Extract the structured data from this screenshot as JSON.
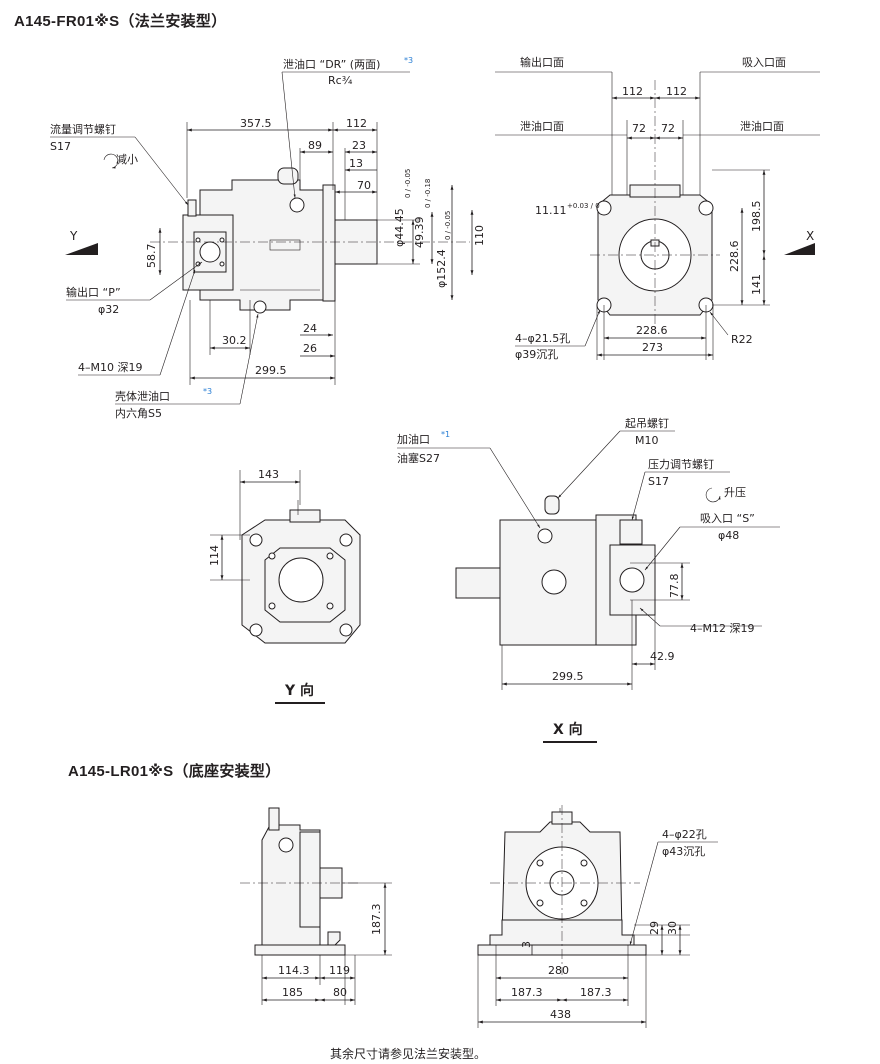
{
  "titles": {
    "flange": "A145-FR01※S（法兰安装型）",
    "base": "A145-LR01※S（底座安装型）"
  },
  "views": {
    "y": "Y 向",
    "x": "X 向"
  },
  "markers": {
    "y": "Y",
    "x": "X"
  },
  "side_view": {
    "drain_port": "泄油口 “DR” (两面)",
    "drain_port_star": "*3",
    "drain_thread": "Rc¾",
    "flow_screw": "流量调节螺钉",
    "flow_screw_size": "S17",
    "decrease": "减小",
    "outlet": "输出口 “P”",
    "outlet_dia": "φ32",
    "m10": "4–M10 深19",
    "case_drain": "壳体泄油口",
    "case_drain_star": "*3",
    "hex": "内六角S5",
    "dims": {
      "d357": "357.5",
      "d112": "112",
      "d89": "89",
      "d23": "23",
      "d13": "13",
      "d70": "70",
      "d587": "58.7",
      "d302": "30.2",
      "d24": "24",
      "d26": "26",
      "d2995": "299.5",
      "d110": "110",
      "shaft1": "φ44.45",
      "shaft1_tol": "0 / -0.05",
      "shaft2": "49.39",
      "shaft2_tol": "0 / -0.18",
      "shaft3": "φ152.4",
      "shaft3_tol": "0 / -0.05"
    }
  },
  "front_view": {
    "outlet_face": "输出口面",
    "inlet_face": "吸入口面",
    "drain_face_left": "泄油口面",
    "drain_face_right": "泄油口面",
    "holes": "4–φ21.5孔",
    "counterbore": "φ39沉孔",
    "radius": "R22",
    "key": "11.11",
    "key_tol": "+0.03 / 0",
    "dims": {
      "a112": "112",
      "b112": "112",
      "a72": "72",
      "b72": "72",
      "d1985": "198.5",
      "d2286v": "228.6",
      "d141": "141",
      "d2286h": "228.6",
      "d273": "273"
    }
  },
  "y_view": {
    "dims": {
      "d143": "143",
      "d114": "114"
    }
  },
  "x_view": {
    "fill_port": "加油口",
    "fill_port_star": "*1",
    "plug": "油塞S27",
    "lift_bolt": "起吊螺钉",
    "lift_bolt_size": "M10",
    "pressure_screw": "压力调节螺钉",
    "pressure_screw_size": "S17",
    "increase": "升压",
    "inlet": "吸入口 “S”",
    "inlet_dia": "φ48",
    "m12": "4–M12 深19",
    "dims": {
      "d778": "77.8",
      "d429": "42.9",
      "d2995": "299.5"
    }
  },
  "base_view": {
    "holes": "4–φ22孔",
    "counterbore": "φ43沉孔",
    "dims": {
      "d1873v": "187.3",
      "d1143": "114.3",
      "d119": "119",
      "d185": "185",
      "d80": "80",
      "d3": "3",
      "d280": "280",
      "d1873a": "187.3",
      "d1873b": "187.3",
      "d438": "438",
      "d29": "29",
      "d30": "30"
    }
  },
  "footnote": "其余尺寸请参见法兰安装型。"
}
